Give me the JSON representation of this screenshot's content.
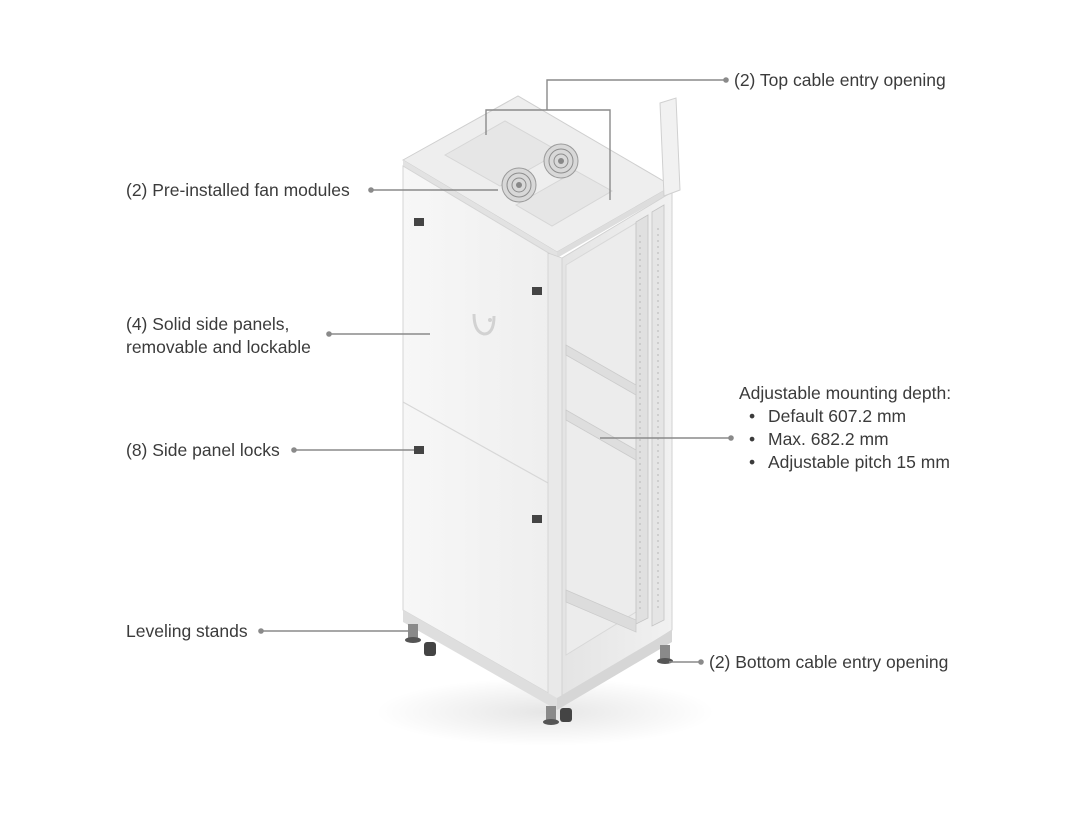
{
  "callouts": {
    "top_cable": "(2) Top cable entry opening",
    "fan_modules": "(2) Pre-installed fan modules",
    "side_panels_line1": "(4) Solid side panels,",
    "side_panels_line2": "removable and lockable",
    "panel_locks": "(8) Side panel locks",
    "leveling": "Leveling stands",
    "bottom_cable": "(2) Bottom cable entry opening",
    "depth_title": "Adjustable mounting depth:",
    "depth_items": [
      "Default 607.2 mm",
      "Max. 682.2 mm",
      "Adjustable pitch 15 mm"
    ]
  },
  "colors": {
    "leader": "#8a8a8a",
    "cabinet_face": "#efefef",
    "cabinet_side": "#f6f6f6",
    "cabinet_top": "#ececec",
    "edge": "#c9c9c9"
  }
}
